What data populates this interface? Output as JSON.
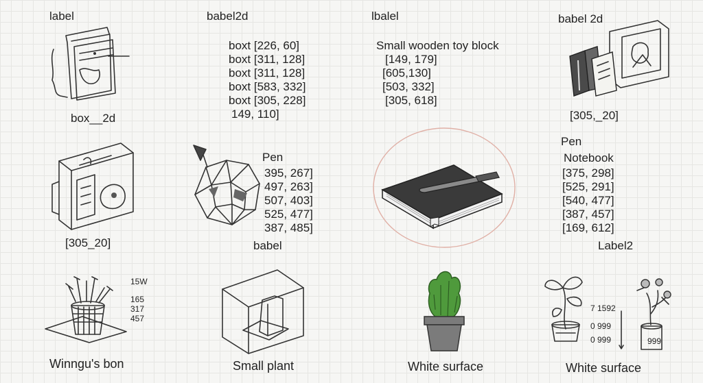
{
  "labels": {
    "tl_label": "label",
    "babel2d_1": "babel2d",
    "lbalel": "lbalel",
    "babel2d_2": "babel 2d",
    "box_2d": "box__2d",
    "tr_coord": "[305,_20]",
    "pen_top": "Pen",
    "pen_right": "Pen",
    "notebook": "Notebook",
    "left_coord": "[305_20]",
    "babel_mid": "babel",
    "label2": "Label2",
    "w15": "15W",
    "winngus": "Winngu's bon",
    "small_plant": "Small plant",
    "white_surface_1": "White surface",
    "white_surface_2": "White surface"
  },
  "boxt_lines": [
    "boxt  [226, 60]",
    "boxt  [311, 128]",
    "boxt  [311, 128]",
    "boxt  [583, 332]",
    "boxt  [305, 228]",
    "149, 110]"
  ],
  "toy_block_title": "Small wooden toy block",
  "toy_block_lines": [
    "[149, 179]",
    "[605,130]",
    "[503, 332]",
    "[305, 618]"
  ],
  "pen_values": [
    "395, 267]",
    "497, 263]",
    "507, 403]",
    "525, 477]",
    "387, 485]"
  ],
  "notebook_values": [
    "[375, 298]",
    "[525, 291]",
    "[540, 477]",
    "[387, 457]",
    "[169, 612]"
  ],
  "small_numbers": [
    "165",
    "317",
    "457"
  ],
  "scale_values": [
    "7 1592",
    "0 999",
    "0 999"
  ],
  "jar_label": "999",
  "colors": {
    "circle": "#e0b0a6",
    "notebook": "#3a3a3a",
    "cactus": "#4f9a3c",
    "pot": "#7b7b7b"
  }
}
